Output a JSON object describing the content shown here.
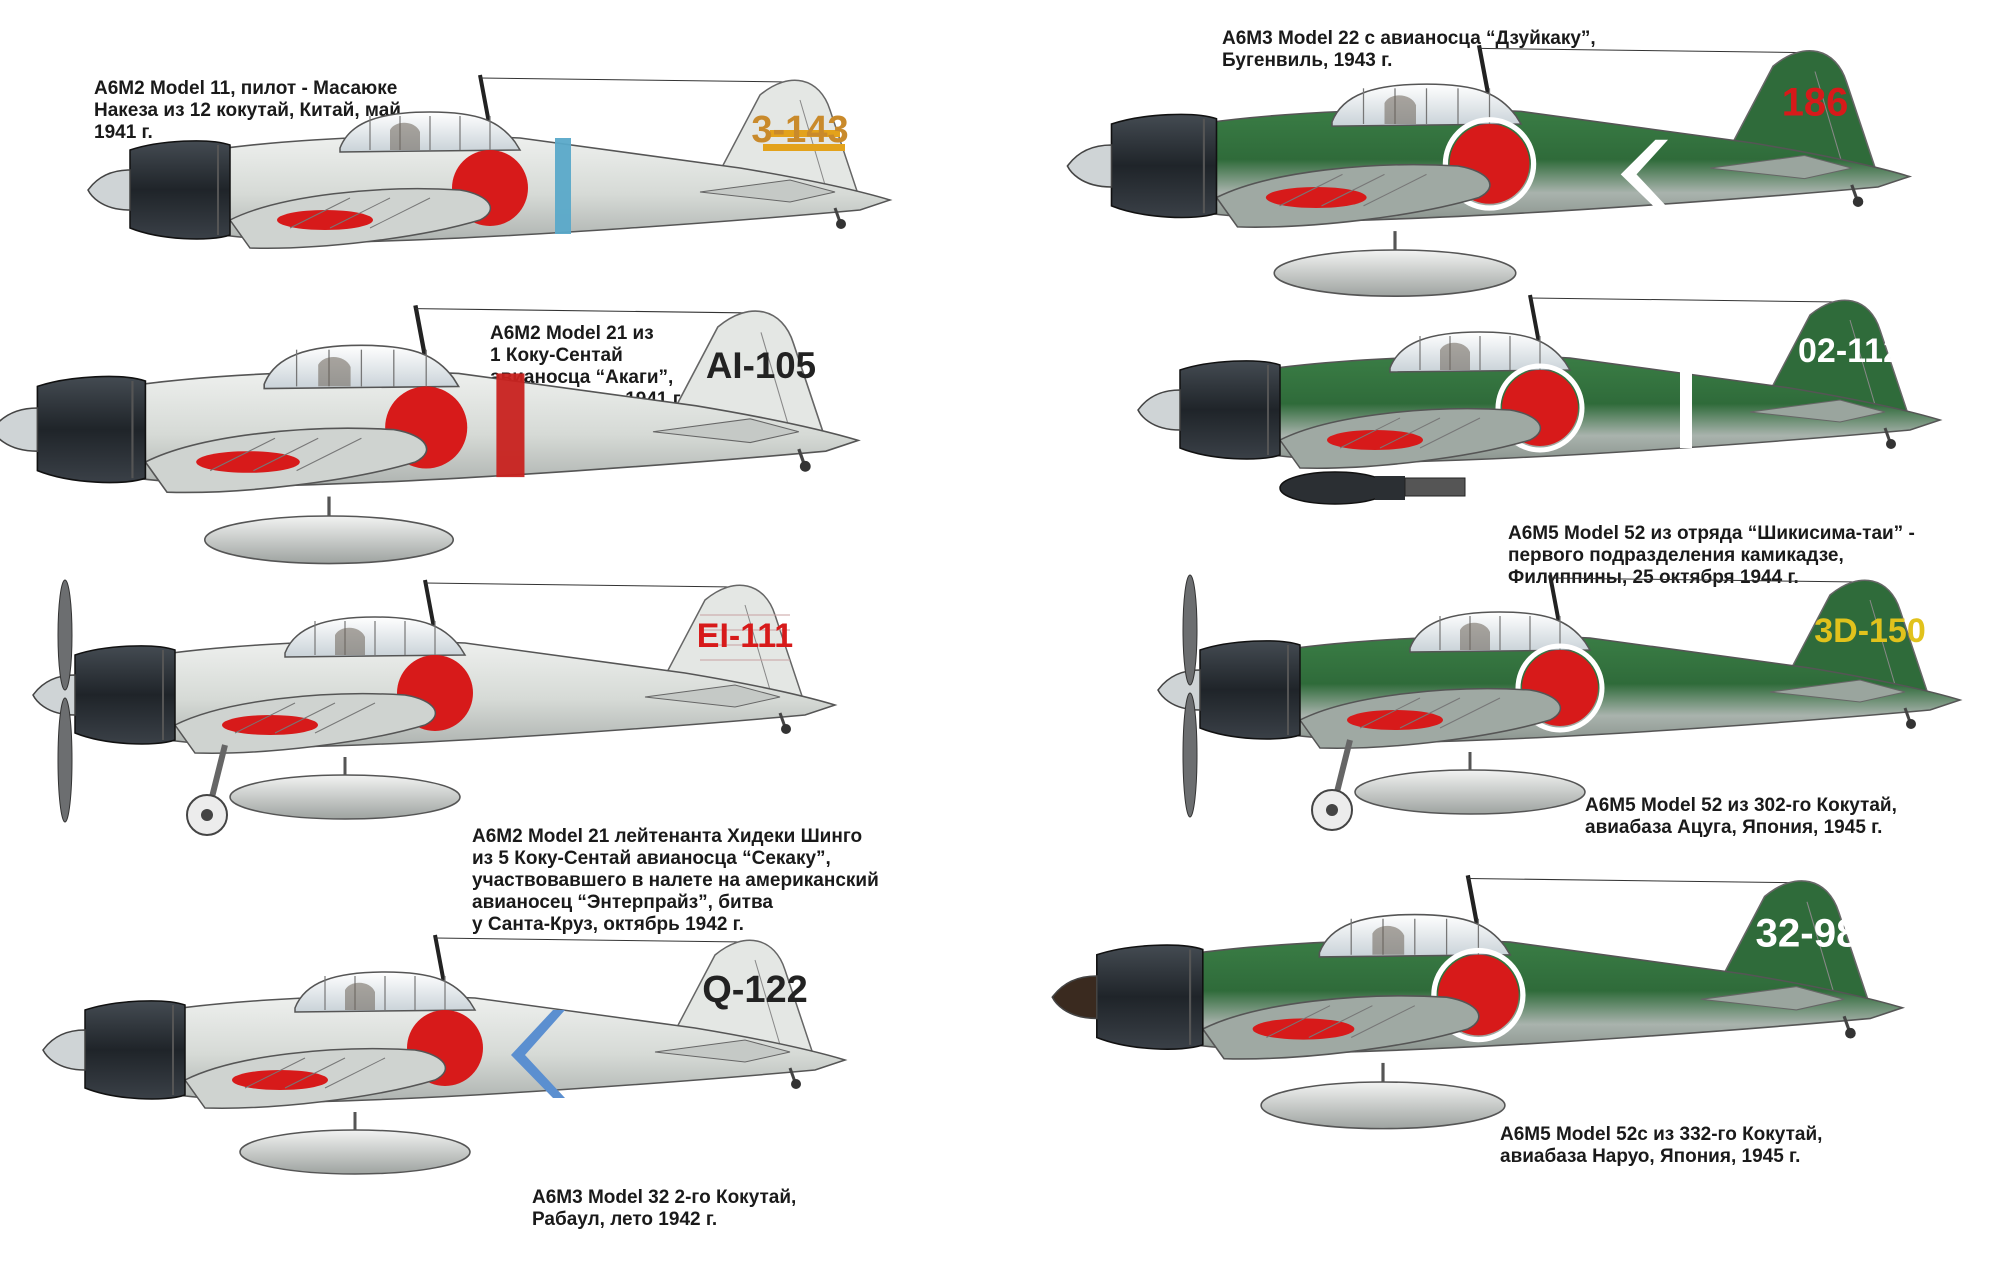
{
  "colors": {
    "hinomaru": "#d71a1a",
    "ameiro": "#d6dad6",
    "ameiro_shade": "#b9bdba",
    "navy_green": "#2f6b3a",
    "navy_green_dark": "#1f4a27",
    "cowling": "#262b30",
    "white": "#ffffff"
  },
  "planes": [
    {
      "scheme": "grey",
      "tail_code": "3-143",
      "caption": [
        "A6M2 Model 11,  пилот - Масаюке",
        "Накеза из 12 кокутай, Китай, май",
        "1941 г."
      ]
    },
    {
      "scheme": "grey",
      "tail_code": "AI-105",
      "caption": [
        "A6M2 Model 21 из",
        "1 Коку-Сентай",
        "авианосца “Акаги”,",
        "Пирл-Харбор, 1941 г."
      ]
    },
    {
      "scheme": "grey",
      "tail_code": "EI-111",
      "caption": [
        "A6M2 Model 21 лейтенанта Хидеки Шинго",
        "из 5 Коку-Сентай авианосца “Секаку”,",
        "участвовавшего в налете на американский",
        "авианосец “Энтерпрайз”, битва",
        "у Санта-Круз, октябрь 1942 г."
      ]
    },
    {
      "scheme": "grey",
      "tail_code": "Q-122",
      "caption": [
        "A6M3 Model 32  2-го Кокутай,",
        "Рабаул, лето 1942 г."
      ]
    },
    {
      "scheme": "green",
      "tail_code": "186",
      "caption": [
        "A6M3 Model 22 с авианосца “Дзуйкаку”,",
        "Бугенвиль, 1943 г."
      ]
    },
    {
      "scheme": "green",
      "tail_code": "02-112",
      "caption": [
        "A6M5 Model 52 из отряда “Шикисима-таи” -",
        "первого подразделения камикадзе,",
        "Филиппины, 25 октября 1944 г."
      ]
    },
    {
      "scheme": "green",
      "tail_code": "3D-150",
      "caption": [
        "A6M5 Model 52 из 302-го Кокутай,",
        "авиабаза Ацуга, Япония, 1945 г."
      ]
    },
    {
      "scheme": "green",
      "tail_code": "32-98",
      "caption": [
        "A6M5 Model 52c из 332-го Кокутай,",
        "авиабаза Наруо, Япония, 1945 г."
      ]
    }
  ]
}
